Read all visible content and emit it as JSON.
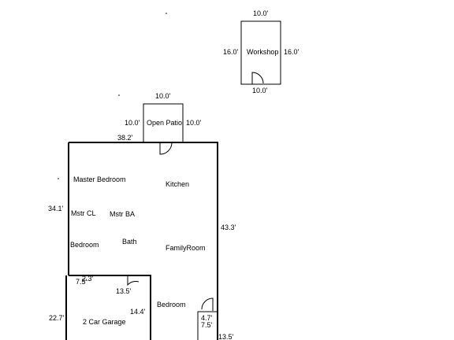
{
  "workshop": {
    "label": "Workshop",
    "dim_top": "10.0'",
    "dim_left": "16.0'",
    "dim_right": "16.0'",
    "dim_bottom": "10.0'"
  },
  "patio": {
    "label": "Open Patio",
    "dim_top": "10.0'",
    "dim_left": "10.0'",
    "dim_right": "10.0'"
  },
  "house": {
    "dim_top": "38.2'",
    "dim_left": "34.1'",
    "dim_right": "43.3'"
  },
  "rooms": {
    "master_bedroom": "Master Bedroom",
    "kitchen": "Kitchen",
    "mstr_cl": "Mstr CL",
    "mstr_ba": "Mstr BA",
    "bedroom_left": "Bedroom",
    "bath": "Bath",
    "family_room": "FamilyRoom",
    "bedroom_right": "Bedroom",
    "garage": "2 Car Garage"
  },
  "garage_dims": {
    "small_a": "2.3'",
    "small_b": "7.5'",
    "top": "13.5'",
    "left": "22.7'",
    "inner": "14.4'"
  },
  "notch_dims": {
    "a": "4.7'",
    "b": "7.5'",
    "bottom": "13.5'"
  }
}
